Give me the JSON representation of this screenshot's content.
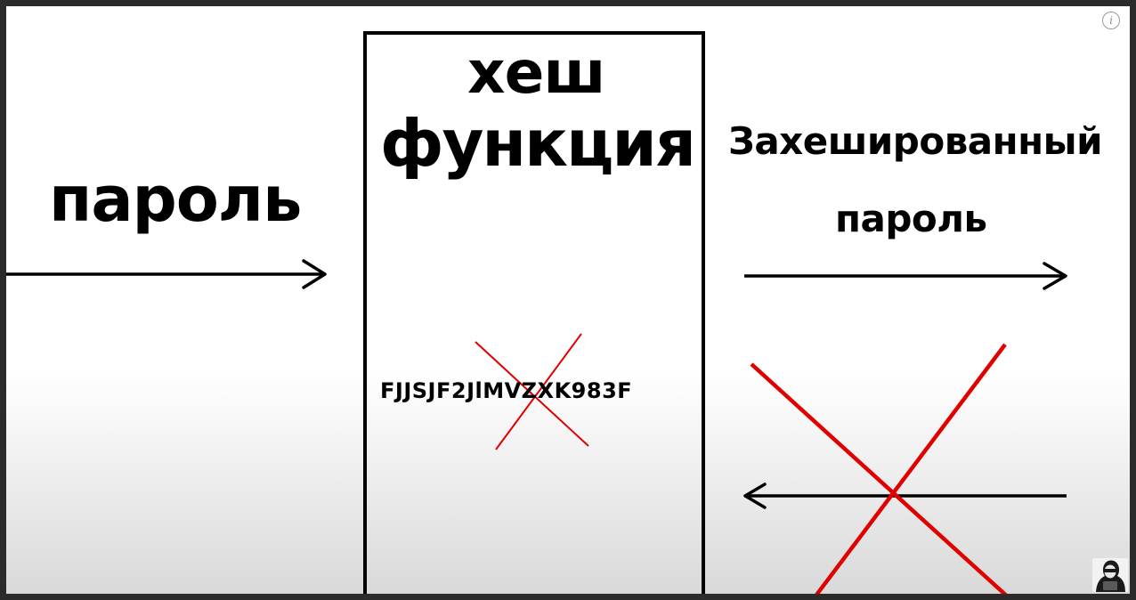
{
  "diagram": {
    "input_label": "пароль",
    "function_label_line1": "хеш",
    "function_label_line2": "функция",
    "output_label_line1": "Захешированный",
    "output_label_line2": "пароль",
    "hash_value": "FJJSJF2JlMVZXK983F"
  },
  "colors": {
    "ink": "#000000",
    "cross_red": "#e00000",
    "frame_bg": "#2b2b2b"
  },
  "icons": {
    "info": "i",
    "channel_avatar": "hooded-figure-icon"
  }
}
